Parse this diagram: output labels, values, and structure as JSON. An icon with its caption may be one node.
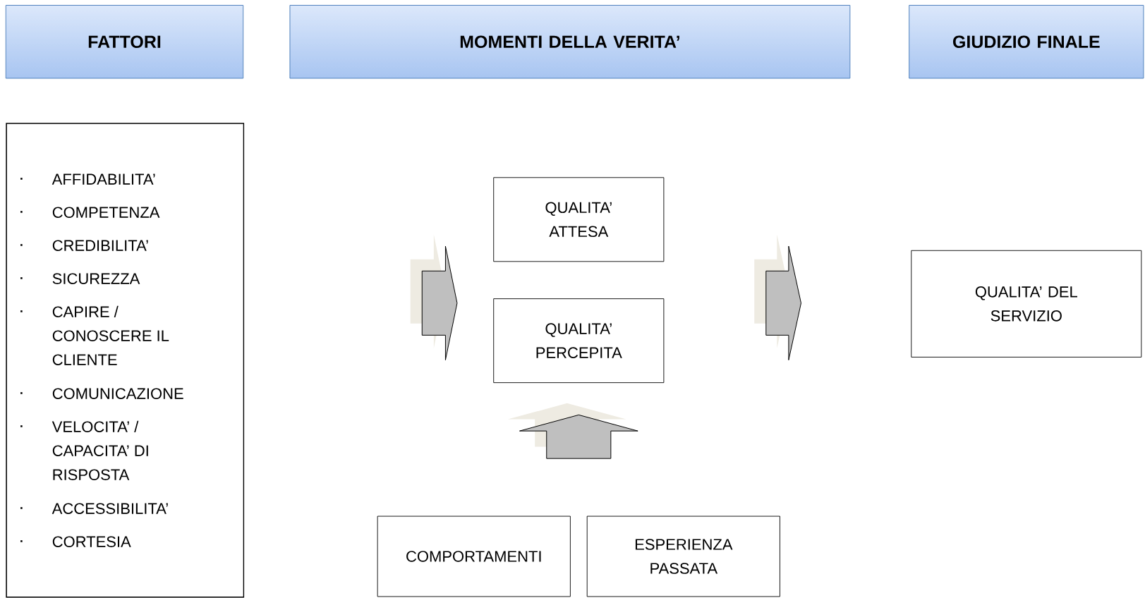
{
  "diagram": {
    "nodes": [
      {
        "text": [
          "FATTORI"
        ]
      },
      {
        "text": [
          "MOMENTI DELLA VERITA’"
        ]
      },
      {
        "text": [
          "GIUDIZIO FINALE"
        ]
      },
      {
        "text": [
          "AFFIDABILITA’",
          "COMPETENZA",
          "CREDIBILITA’",
          "SICUREZZA",
          "CAPIRE / CONOSCERE IL CLIENTE",
          "COMUNICAZIONE",
          "VELOCITA’ / CAPACITA’ DI RISPOSTA",
          "ACCESSIBILITA’",
          "CORTESIA"
        ]
      },
      {
        "text": [
          "QUALITA’ ATTESA"
        ]
      },
      {
        "text": [
          "QUALITA’ PERCEPITA"
        ]
      },
      {
        "text": [
          "QUALITA’ DEL SERVIZIO"
        ]
      },
      {
        "text": [
          "COMPORTAMENTI"
        ]
      },
      {
        "text": [
          "ESPERIENZA PASSATA"
        ]
      }
    ],
    "edges": [
      {
        "from": 7,
        "to": 5,
        "arrow": "to"
      },
      {
        "from": 8,
        "to": 5,
        "arrow": "to"
      }
    ]
  }
}
